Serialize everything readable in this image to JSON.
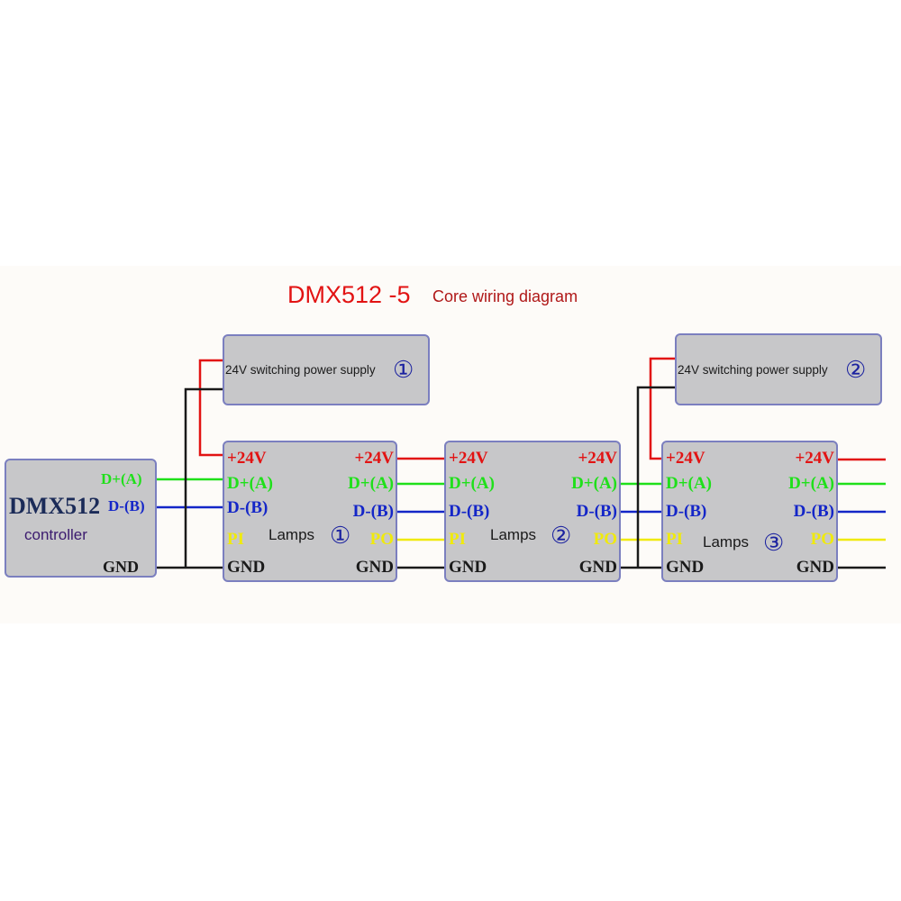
{
  "title": {
    "main": "DMX512 -5",
    "sub": "Core wiring diagram"
  },
  "controller": {
    "name": "DMX512",
    "label": "controller",
    "dplus": "D+(A)",
    "dminus": "D-(B)",
    "gnd": "GND"
  },
  "power_supplies": [
    {
      "label": "24V switching power supply",
      "number": "①"
    },
    {
      "label": "24V switching power supply",
      "number": "②"
    }
  ],
  "lamps": [
    {
      "label": "Lamps",
      "number": "①",
      "pins_in": [
        "+24V",
        "D+(A)",
        "D-(B)",
        "PI",
        "GND"
      ],
      "pins_out": [
        "+24V",
        "D+(A)",
        "D-(B)",
        "PO",
        "GND"
      ]
    },
    {
      "label": "Lamps",
      "number": "②",
      "pins_in": [
        "+24V",
        "D+(A)",
        "D-(B)",
        "PI",
        "GND"
      ],
      "pins_out": [
        "+24V",
        "D+(A)",
        "D-(B)",
        "PO",
        "GND"
      ]
    },
    {
      "label": "Lamps",
      "number": "③",
      "pins_in": [
        "+24V",
        "D+(A)",
        "D-(B)",
        "PI",
        "GND"
      ],
      "pins_out": [
        "+24V",
        "D+(A)",
        "D-(B)",
        "PO",
        "GND"
      ]
    }
  ],
  "colors": {
    "power": "#e21313",
    "data_plus": "#1fe01a",
    "data_minus": "#1426c8",
    "signal": "#f0ea0c",
    "ground": "#1a1a1a",
    "box_fill": "#c7c7c9",
    "box_border": "#7b7fbf"
  }
}
